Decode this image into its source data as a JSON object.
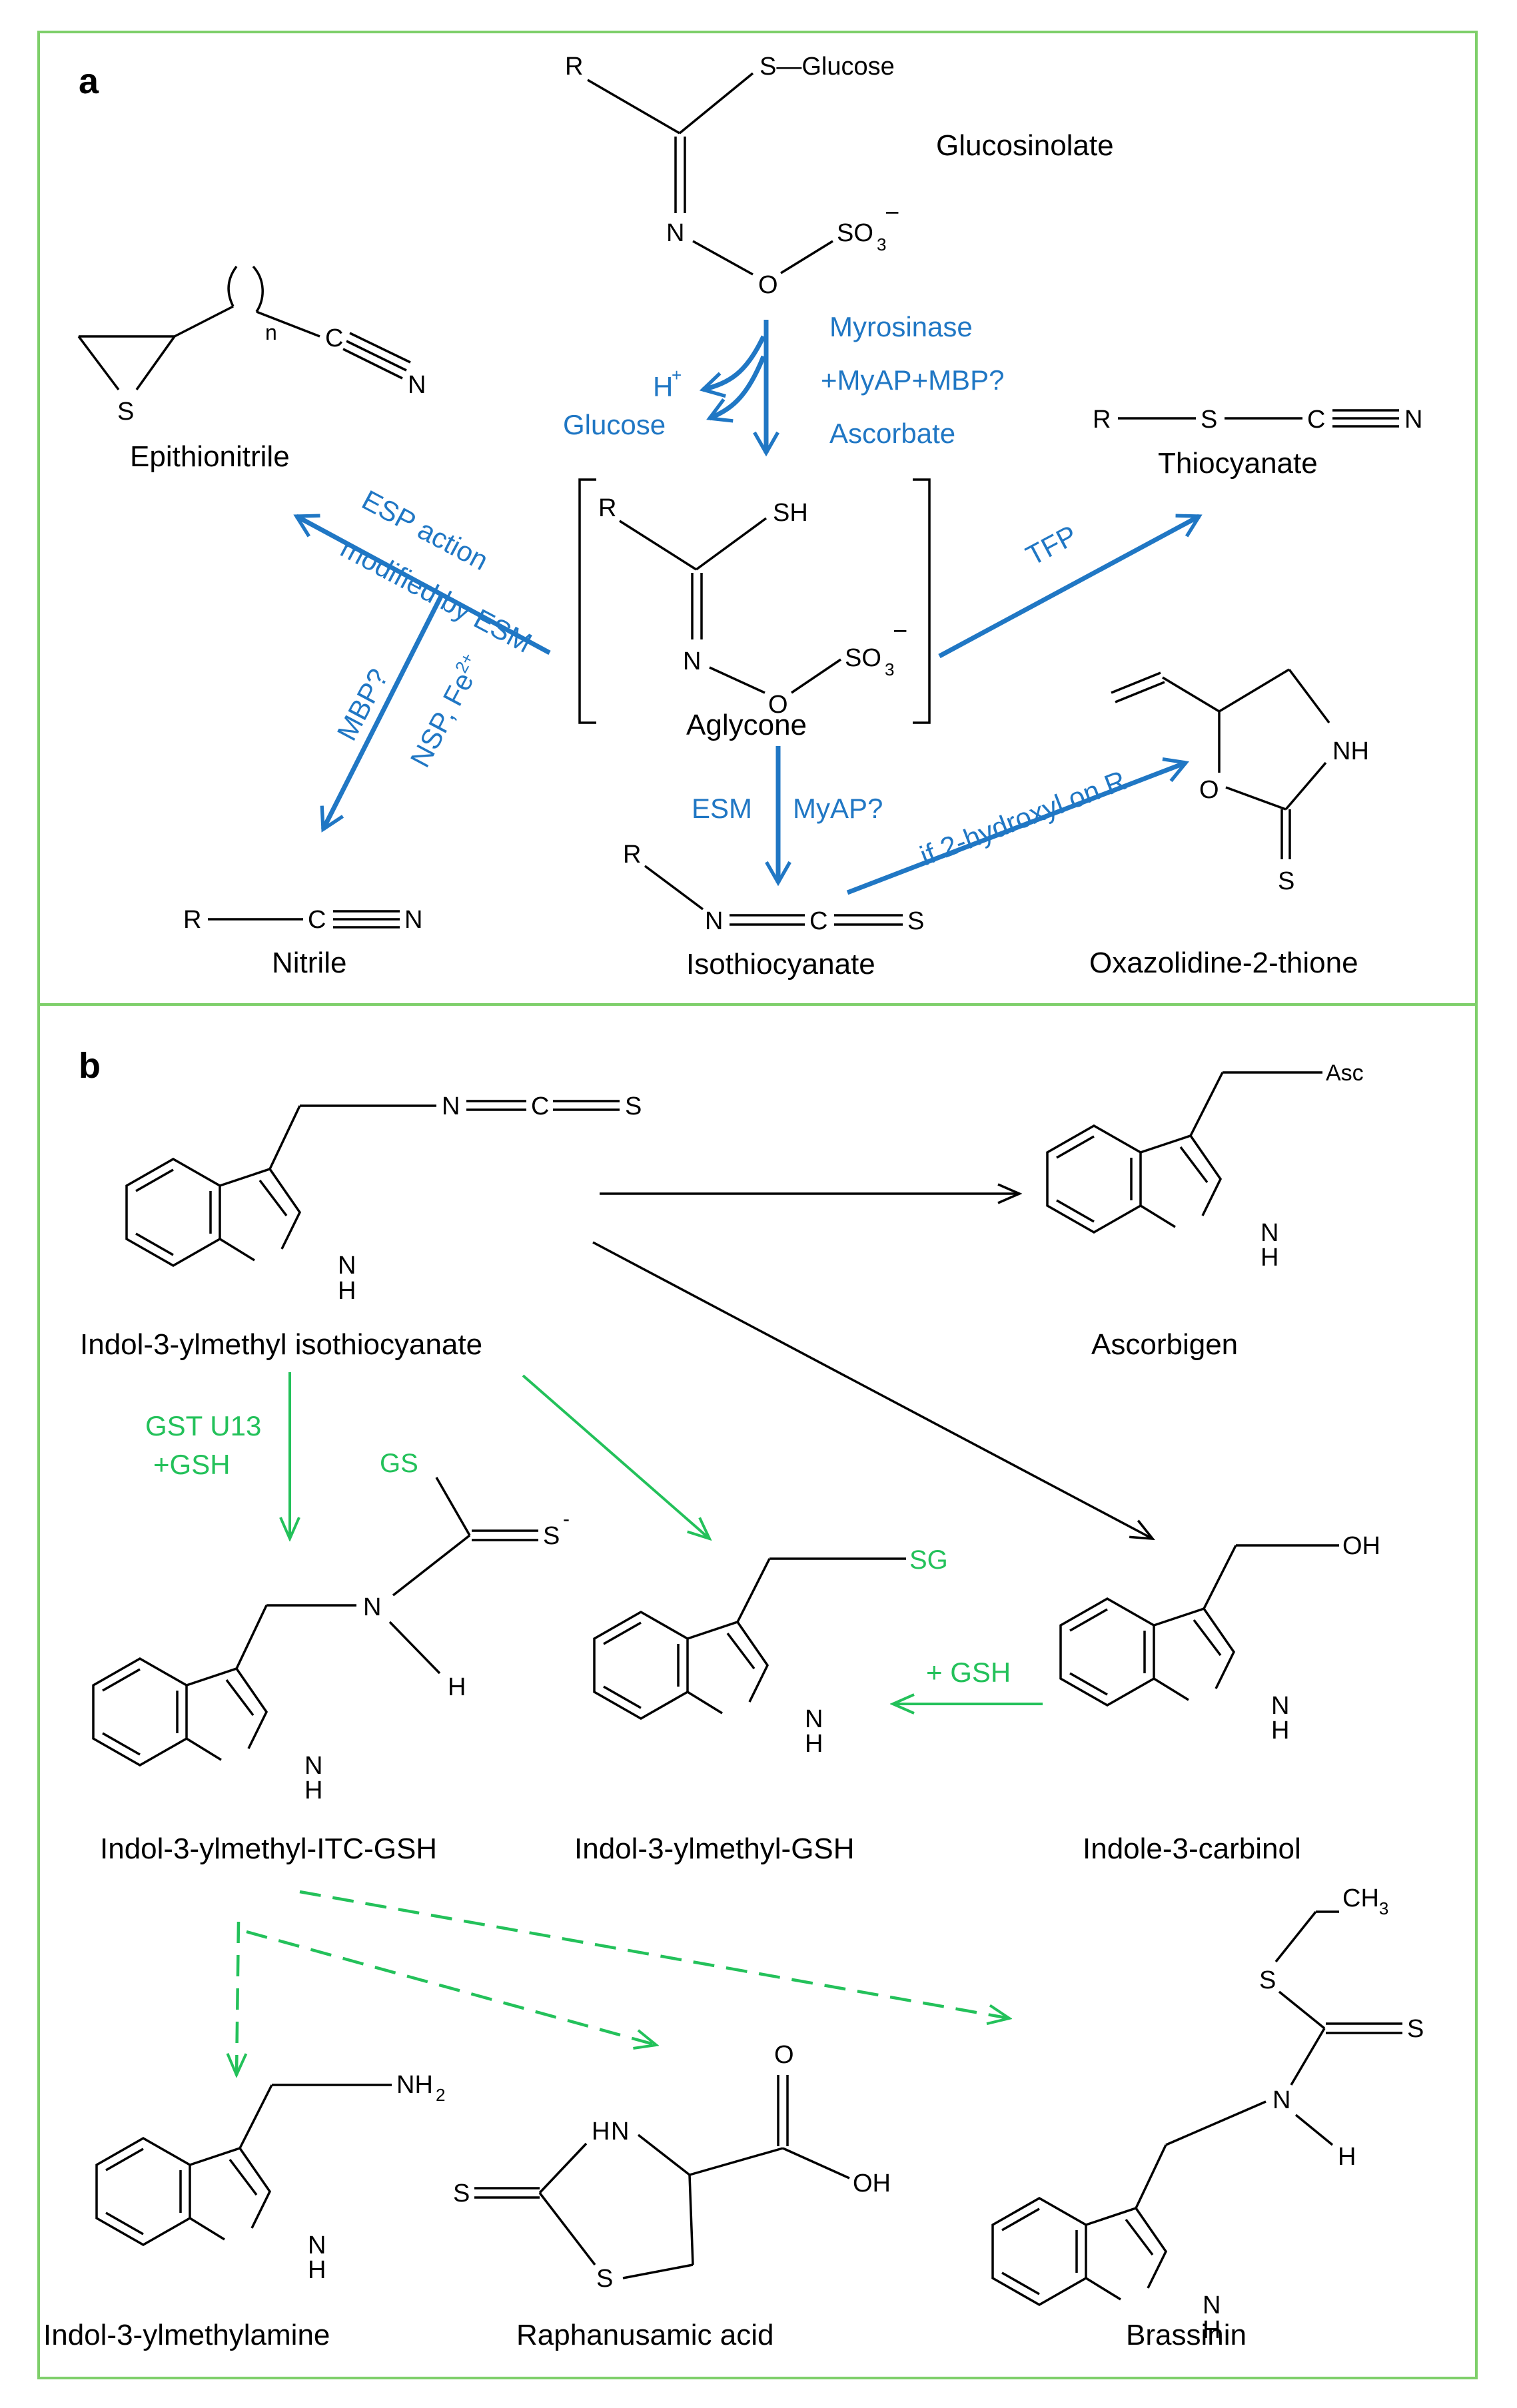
{
  "panels": {
    "a": "a",
    "b": "b"
  },
  "colors": {
    "border": "#7ecf6a",
    "blue": "#2077c4",
    "green": "#23c15a",
    "black": "#000000"
  },
  "panel_a": {
    "glucosinolate": {
      "label": "Glucosinolate",
      "R": "R",
      "S_glucose": "S—Glucose",
      "N": "N",
      "O": "O",
      "SO": "SO",
      "sub3": "3",
      "charge": "−"
    },
    "myrosinase": {
      "line1": "Myrosinase",
      "line2": "+MyAP+MBP?",
      "line3": "Ascorbate",
      "h": "H",
      "hplus": "+",
      "glucose": "Glucose"
    },
    "aglycone": {
      "label": "Aglycone",
      "R": "R",
      "SH": "SH",
      "N": "N",
      "O": "O",
      "SO": "SO",
      "sub3": "3",
      "charge": "−"
    },
    "epithionitrile": {
      "label": "Epithionitrile",
      "S": "S",
      "n": "n",
      "C": "C",
      "N": "N"
    },
    "esp": {
      "line1": "ESP action",
      "line2": "modified by ESM"
    },
    "nitrile_route": {
      "mbp": "MBP?",
      "nsp": "NSP, Fe",
      "fe_sup": "2+"
    },
    "nitrile": {
      "label": "Nitrile",
      "R": "R",
      "C": "C",
      "N": "N"
    },
    "tfp": "TFP",
    "thiocyanate": {
      "label": "Thiocyanate",
      "R": "R",
      "S": "S",
      "C": "C",
      "N": "N"
    },
    "isothiocyanate_route": {
      "esm": "ESM",
      "myap": "MyAP?"
    },
    "isothiocyanate": {
      "label": "Isothiocyanate",
      "R": "R",
      "N": "N",
      "C": "C",
      "S": "S"
    },
    "oxazolidine_route": "if 2-hydroxyl on R",
    "oxazolidine": {
      "label": "Oxazolidine-2-thione",
      "NH": "NH",
      "O": "O",
      "S": "S"
    }
  },
  "panel_b": {
    "i3m_itc": {
      "label": "Indol-3-ylmethyl isothiocyanate",
      "N": "N",
      "C": "C",
      "S": "S",
      "NH": "N",
      "H": "H"
    },
    "ascorbigen": {
      "label": "Ascorbigen",
      "Asc": "Asc",
      "NH": "N",
      "H": "H"
    },
    "gst": {
      "line1": "GST U13",
      "line2": "+GSH"
    },
    "itc_gsh": {
      "label": "Indol-3-ylmethyl-ITC-GSH",
      "GS": "GS",
      "S": "S",
      "sminus": "-",
      "N": "N",
      "H": "H",
      "ringN": "N",
      "ringH": "H"
    },
    "i3m_gsh": {
      "label": "Indol-3-ylmethyl-GSH",
      "SG": "SG",
      "ringN": "N",
      "ringH": "H"
    },
    "i3c": {
      "label": "Indole-3-carbinol",
      "OH": "OH",
      "ringN": "N",
      "ringH": "H"
    },
    "plus_gsh": "+ GSH",
    "amine": {
      "label": "Indol-3-ylmethylamine",
      "NH": "NH",
      "sub2": "2",
      "ringN": "N",
      "ringH": "H"
    },
    "raphanusamic": {
      "label": "Raphanusamic acid",
      "S_exo": "S",
      "HN": "H",
      "N": "N",
      "S_ring": "S",
      "O": "O",
      "OH": "OH"
    },
    "brassinin": {
      "label": "Brassinin",
      "CH": "CH",
      "sub3": "3",
      "S1": "S",
      "S2": "S",
      "N": "N",
      "H": "H",
      "ringN": "N",
      "ringH": "H"
    }
  }
}
